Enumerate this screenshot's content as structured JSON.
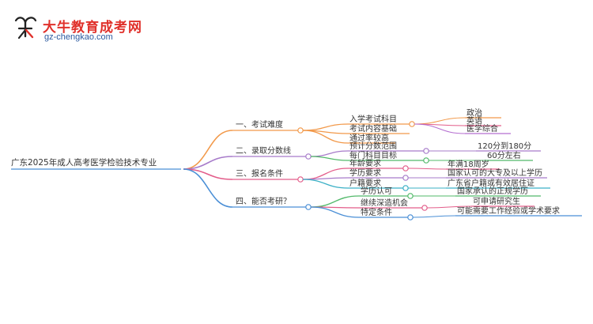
{
  "header": {
    "brand_name": "大牛教育成考网",
    "brand_url": "gz-chengkao.com"
  },
  "mindmap": {
    "root": "广东2025年成人高考医学检验技术专业",
    "branches": [
      {
        "label": "一、考试难度",
        "color": "#f2994a",
        "children": [
          {
            "label": "入学考试科目",
            "children": [
              "政治",
              "英语",
              "医学综合"
            ]
          },
          {
            "label": "考试内容基础",
            "children": []
          },
          {
            "label": "通过率较高",
            "children": []
          }
        ]
      },
      {
        "label": "二、录取分数线",
        "color": "#a77bca",
        "children": [
          {
            "label": "预计分数范围",
            "children": [
              "120分到180分"
            ]
          },
          {
            "label": "每门科目目标",
            "children": [
              "60分左右"
            ]
          }
        ]
      },
      {
        "label": "三、报名条件",
        "color": "#e35d8a",
        "children": [
          {
            "label": "年龄要求",
            "children": [
              "年满18周岁"
            ]
          },
          {
            "label": "学历要求",
            "children": [
              "国家认可的大专及以上学历"
            ]
          },
          {
            "label": "户籍要求",
            "children": [
              "广东省户籍或有效居住证"
            ]
          }
        ]
      },
      {
        "label": "四、能否考研？",
        "color": "#4a8fd6",
        "children": [
          {
            "label": "学历认可",
            "children": [
              "国家承认的正规学历"
            ]
          },
          {
            "label": "继续深造机会",
            "children": [
              "可申请研究生"
            ]
          },
          {
            "label": "特定条件",
            "children": [
              "可能需要工作经验或学术要求"
            ]
          }
        ]
      }
    ],
    "level3_colors": [
      "#f2994a",
      "#e35d8a",
      "#b56fd0"
    ],
    "level2_colors": {
      "1": [
        "#a77bca",
        "#52b96a"
      ],
      "2": [
        "#e35d8a",
        "#a77bca",
        "#3bb0c6"
      ],
      "3": [
        "#52b96a",
        "#e35d8a",
        "#4a8fd6"
      ]
    }
  }
}
